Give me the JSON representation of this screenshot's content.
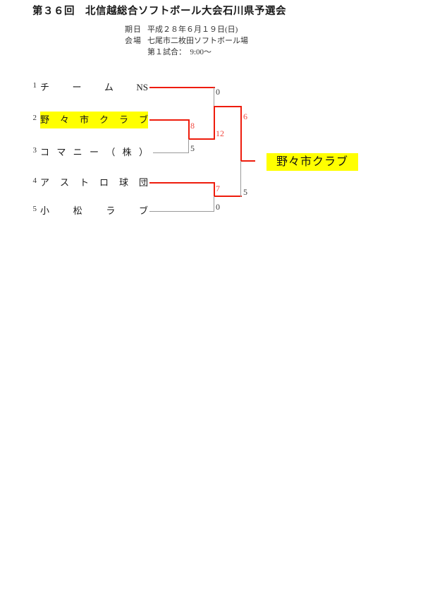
{
  "title": "第３６回　北信越総合ソフトボール大会石川県予選会",
  "meta": {
    "date_label": "期日",
    "date_value": "平成２８年６月１９日(日)",
    "venue_label": "会場",
    "venue_value": "七尾市二枚田ソフトボール場",
    "first_game": "第１試合：　9:00～"
  },
  "bracket": {
    "teams": [
      {
        "seed": "1",
        "name": "チームNS",
        "spaced": "チ ー ム NS",
        "highlighted": false
      },
      {
        "seed": "2",
        "name": "野々市クラブ",
        "spaced": "野 々 市 ク ラ ブ",
        "highlighted": true
      },
      {
        "seed": "3",
        "name": "コマニー（株）",
        "spaced": "コ マ ニ ー （ 株 ）",
        "highlighted": false
      },
      {
        "seed": "4",
        "name": "アストロ球団",
        "spaced": "ア ス ト ロ 球 団",
        "highlighted": false
      },
      {
        "seed": "5",
        "name": "小松ラブ",
        "spaced": "小 松 ラ ブ",
        "highlighted": false
      }
    ],
    "scores": {
      "team1_semifinal": "0",
      "team2_round1": "8",
      "team3_round1": "5",
      "winner23_semifinal": "12",
      "team4_round1": "7",
      "team5_round1": "0",
      "top_final": "6",
      "bottom_final": "5"
    },
    "results": [
      {
        "match": "round1-top",
        "score": "8-5",
        "winner": "野々市クラブ",
        "loser": "コマニー（株）"
      },
      {
        "match": "semifinal",
        "score": "12-0",
        "winner": "野々市クラブ",
        "loser": "チームNS"
      },
      {
        "match": "round1-bottom",
        "score": "7-0",
        "winner": "アストロ球団",
        "loser": "小松ラブ"
      },
      {
        "match": "final",
        "score": "6-5",
        "winner": "野々市クラブ",
        "loser": "アストロ球団"
      }
    ],
    "champion": "野々市クラブ"
  },
  "colors": {
    "winner_path_red": "#ee1c0c",
    "bracket_gray": "#9a9a9a",
    "highlight_yellow": "#ffff00",
    "text_black": "#1a1a1a"
  }
}
